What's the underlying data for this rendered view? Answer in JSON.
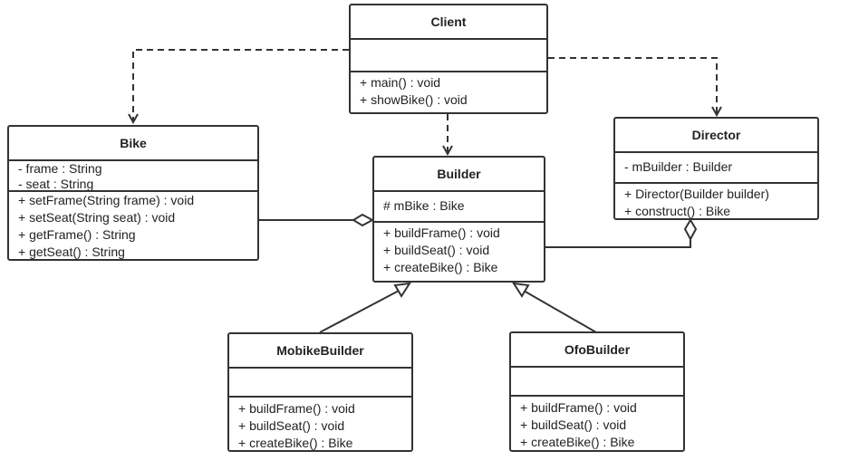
{
  "classes": {
    "client": {
      "name": "Client",
      "attributes": [],
      "operations": [
        "+ main() : void",
        "+ showBike() : void"
      ]
    },
    "bike": {
      "name": "Bike",
      "attributes": [
        "- frame : String",
        "- seat : String"
      ],
      "operations": [
        "+ setFrame(String frame) : void",
        "+ setSeat(String seat) : void",
        "+ getFrame() : String",
        "+ getSeat() : String"
      ]
    },
    "builder": {
      "name": "Builder",
      "attributes": [
        "# mBike : Bike"
      ],
      "operations": [
        "+ buildFrame() : void",
        "+ buildSeat() : void",
        "+ createBike() : Bike"
      ]
    },
    "director": {
      "name": "Director",
      "attributes": [
        "- mBuilder : Builder"
      ],
      "operations": [
        "+ Director(Builder builder)",
        "+ construct() : Bike"
      ]
    },
    "mobike": {
      "name": "MobikeBuilder",
      "attributes": [],
      "operations": [
        "+ buildFrame() : void",
        "+ buildSeat() : void",
        "+ createBike() : Bike"
      ]
    },
    "ofo": {
      "name": "OfoBuilder",
      "attributes": [],
      "operations": [
        "+ buildFrame() : void",
        "+ buildSeat() : void",
        "+ createBike() : Bike"
      ]
    }
  },
  "relationships": [
    {
      "type": "dependency",
      "from": "Client",
      "to": "Bike"
    },
    {
      "type": "dependency",
      "from": "Client",
      "to": "Builder"
    },
    {
      "type": "dependency",
      "from": "Client",
      "to": "Director"
    },
    {
      "type": "aggregation",
      "whole": "Builder",
      "part": "Bike"
    },
    {
      "type": "aggregation",
      "whole": "Director",
      "part": "Builder"
    },
    {
      "type": "generalization",
      "child": "MobikeBuilder",
      "parent": "Builder"
    },
    {
      "type": "generalization",
      "child": "OfoBuilder",
      "parent": "Builder"
    }
  ],
  "colors": {
    "stroke": "#333333",
    "background": "#ffffff",
    "text": "#222222"
  }
}
